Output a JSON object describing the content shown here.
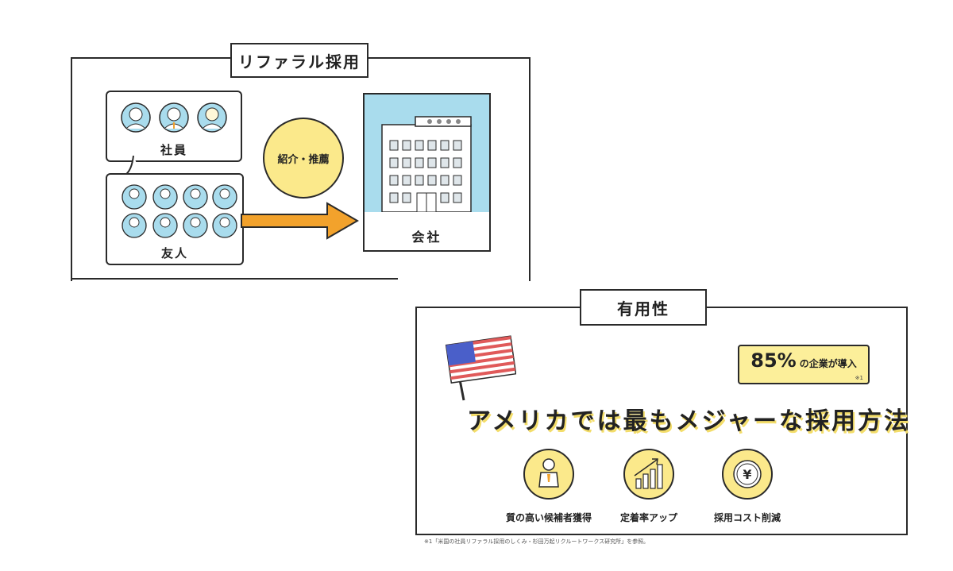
{
  "referral": {
    "title": "リファラル採用",
    "employees_label": "社員",
    "friends_label": "友人",
    "recommend_label": "紹介・推薦",
    "company_label": "会社"
  },
  "benefit": {
    "title": "有用性",
    "badge_percent": "85%",
    "badge_text": "の企業が導入",
    "badge_note": "※1",
    "headline": "アメリカでは最もメジャーな採用方法",
    "items": [
      {
        "label": "質の高い候補者獲得",
        "icon": "person-icon"
      },
      {
        "label": "定着率アップ",
        "icon": "growth-chart-icon"
      },
      {
        "label": "採用コスト削減",
        "icon": "yen-coin-icon"
      }
    ]
  },
  "footnote": "※1「米国の社員リファラル採用のしくみ・杉田万起リクルートワークス研究所」を参照。",
  "colors": {
    "accent_yellow": "#fbe98b",
    "arrow_orange": "#f2a22c",
    "sky_blue": "#a9dced",
    "avatar_blue": "#a9dced"
  }
}
